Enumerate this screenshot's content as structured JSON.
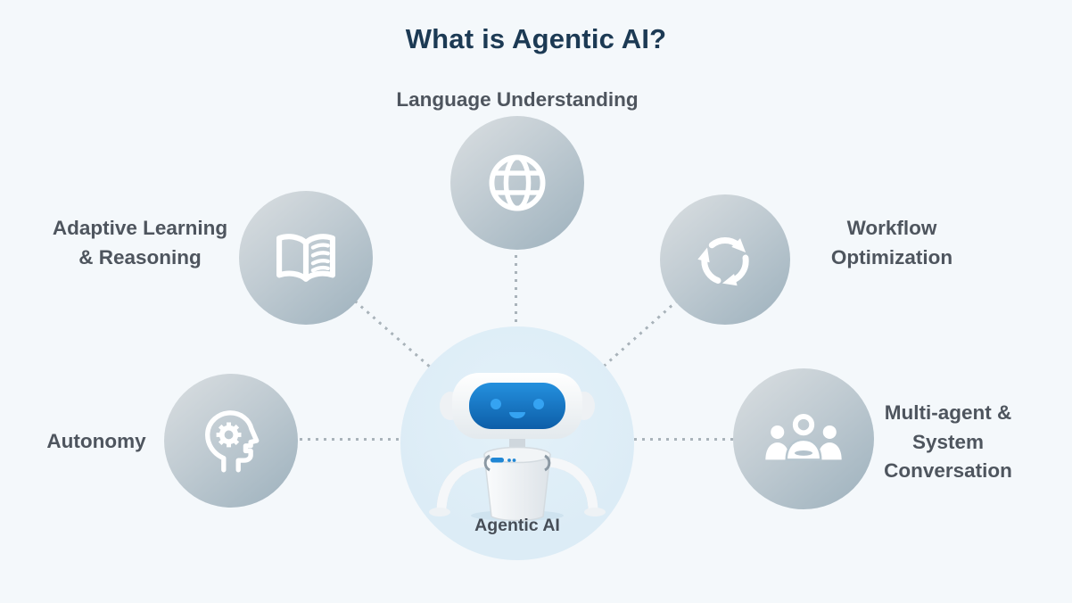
{
  "title": "What is Agentic AI?",
  "center": {
    "label": "Agentic AI",
    "description": "central robot mascot inside light blue circle"
  },
  "nodes": [
    {
      "id": "language-understanding",
      "label": "Language Understanding",
      "icon": "globe-icon",
      "position": "top"
    },
    {
      "id": "adaptive-learning-reasoning",
      "label": "Adaptive Learning\n& Reasoning",
      "icon": "open-book-icon",
      "position": "upper-left"
    },
    {
      "id": "workflow-optimization",
      "label": "Workflow\nOptimization",
      "icon": "cycle-arrows-icon",
      "position": "upper-right"
    },
    {
      "id": "autonomy",
      "label": "Autonomy",
      "icon": "head-gear-icon",
      "position": "lower-left"
    },
    {
      "id": "multi-agent-system-conversation",
      "label": "Multi-agent &\nSystem\nConversation",
      "icon": "people-group-icon",
      "position": "lower-right"
    }
  ],
  "colors": {
    "background": "#f4f8fb",
    "title_text": "#1c3a54",
    "label_text": "#4e555e",
    "satellite_circle_light": "#d8dde0",
    "satellite_circle_dark": "#9db1bd",
    "center_circle": "#dcecf6",
    "connector_dots": "#a9b3ba",
    "icon_fill": "#ffffff",
    "robot_face_blue": "#1572c4",
    "robot_eye_blue": "#35a3f2"
  }
}
